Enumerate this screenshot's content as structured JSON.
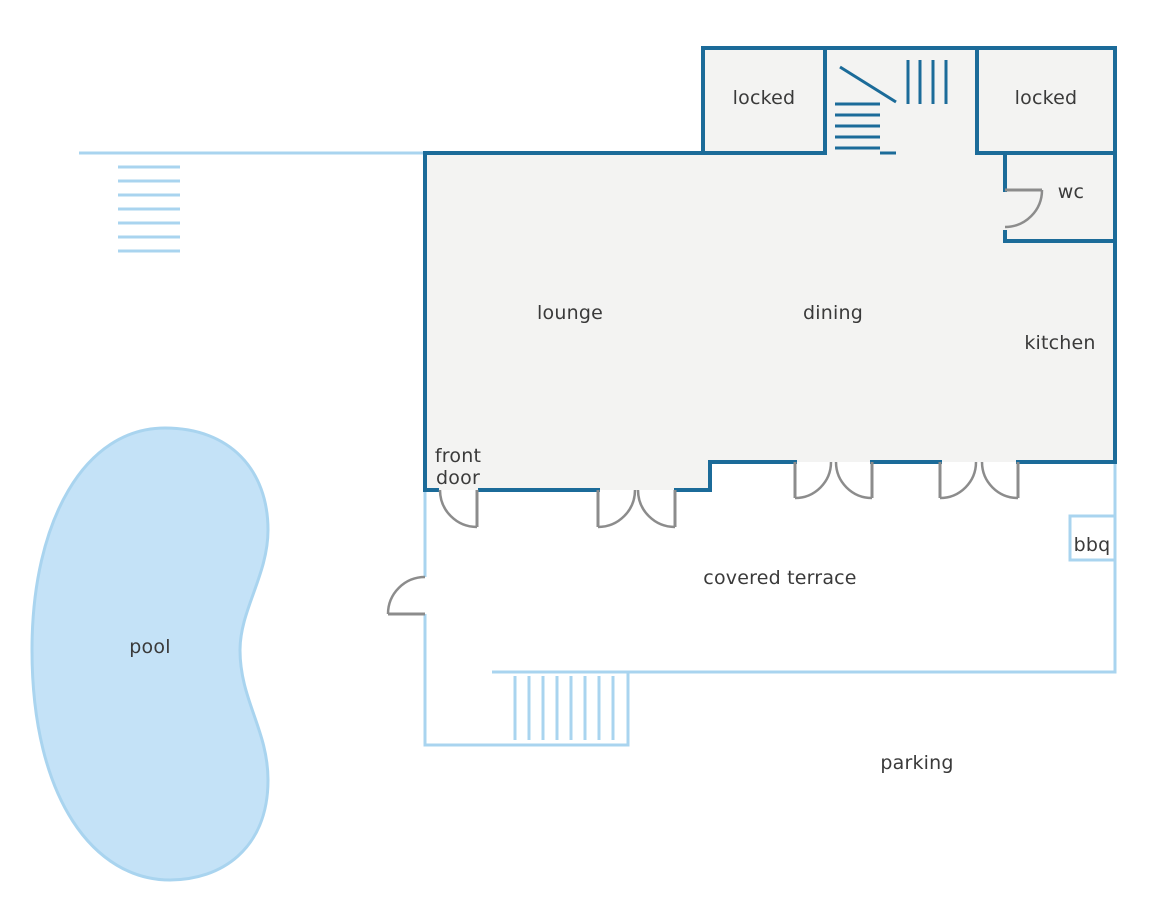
{
  "floorplan": {
    "rooms": {
      "locked_left": "locked",
      "locked_right": "locked",
      "wc": "wc",
      "lounge": "lounge",
      "dining": "dining",
      "kitchen": "kitchen",
      "front_door_line1": "front",
      "front_door_line2": "door",
      "bbq": "bbq",
      "covered_terrace": "covered terrace",
      "pool": "pool",
      "parking": "parking"
    },
    "colors": {
      "main_wall": "#1b6b99",
      "light_wall": "#a9d4ef",
      "pool_fill": "#c4e2f7",
      "pool_stroke": "#a9d4ef",
      "floor": "#f3f3f2",
      "door": "#8c8c8c",
      "label": "#3a3a3a"
    }
  }
}
